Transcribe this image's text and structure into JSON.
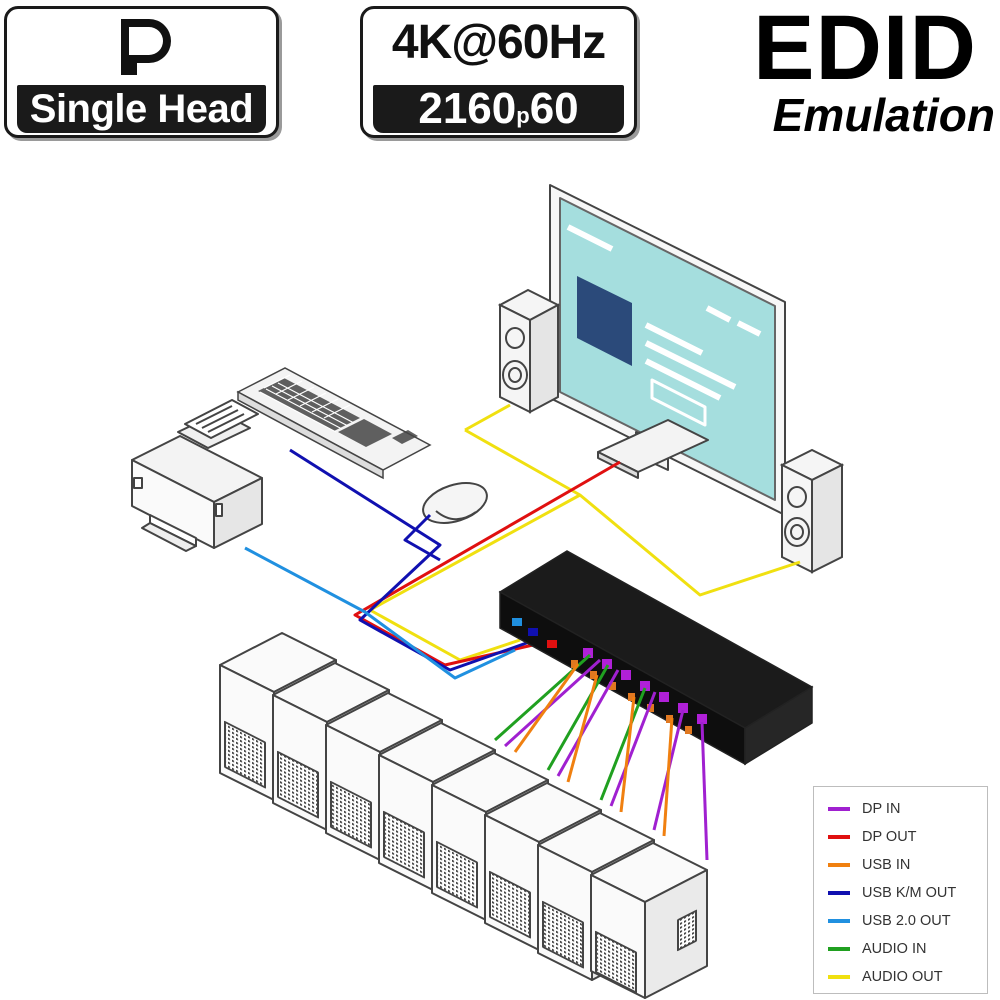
{
  "badges": {
    "displayport": {
      "logo": "displayport-logo",
      "caption": "Single Head"
    },
    "resolution": {
      "line1": "4K@60Hz",
      "line2_main": "2160",
      "line2_p": "p",
      "line2_rate": "60"
    },
    "edid": {
      "title": "EDID",
      "subtitle": "Emulation"
    }
  },
  "legend": [
    {
      "label": "DP IN",
      "color": "#a020d0"
    },
    {
      "label": "DP OUT",
      "color": "#e01010"
    },
    {
      "label": "USB IN",
      "color": "#f08010"
    },
    {
      "label": "USB K/M OUT",
      "color": "#1010b0"
    },
    {
      "label": "USB 2.0 OUT",
      "color": "#2090e0"
    },
    {
      "label": "AUDIO IN",
      "color": "#20a020"
    },
    {
      "label": "AUDIO OUT",
      "color": "#f0e010"
    }
  ],
  "computers_count": 8
}
